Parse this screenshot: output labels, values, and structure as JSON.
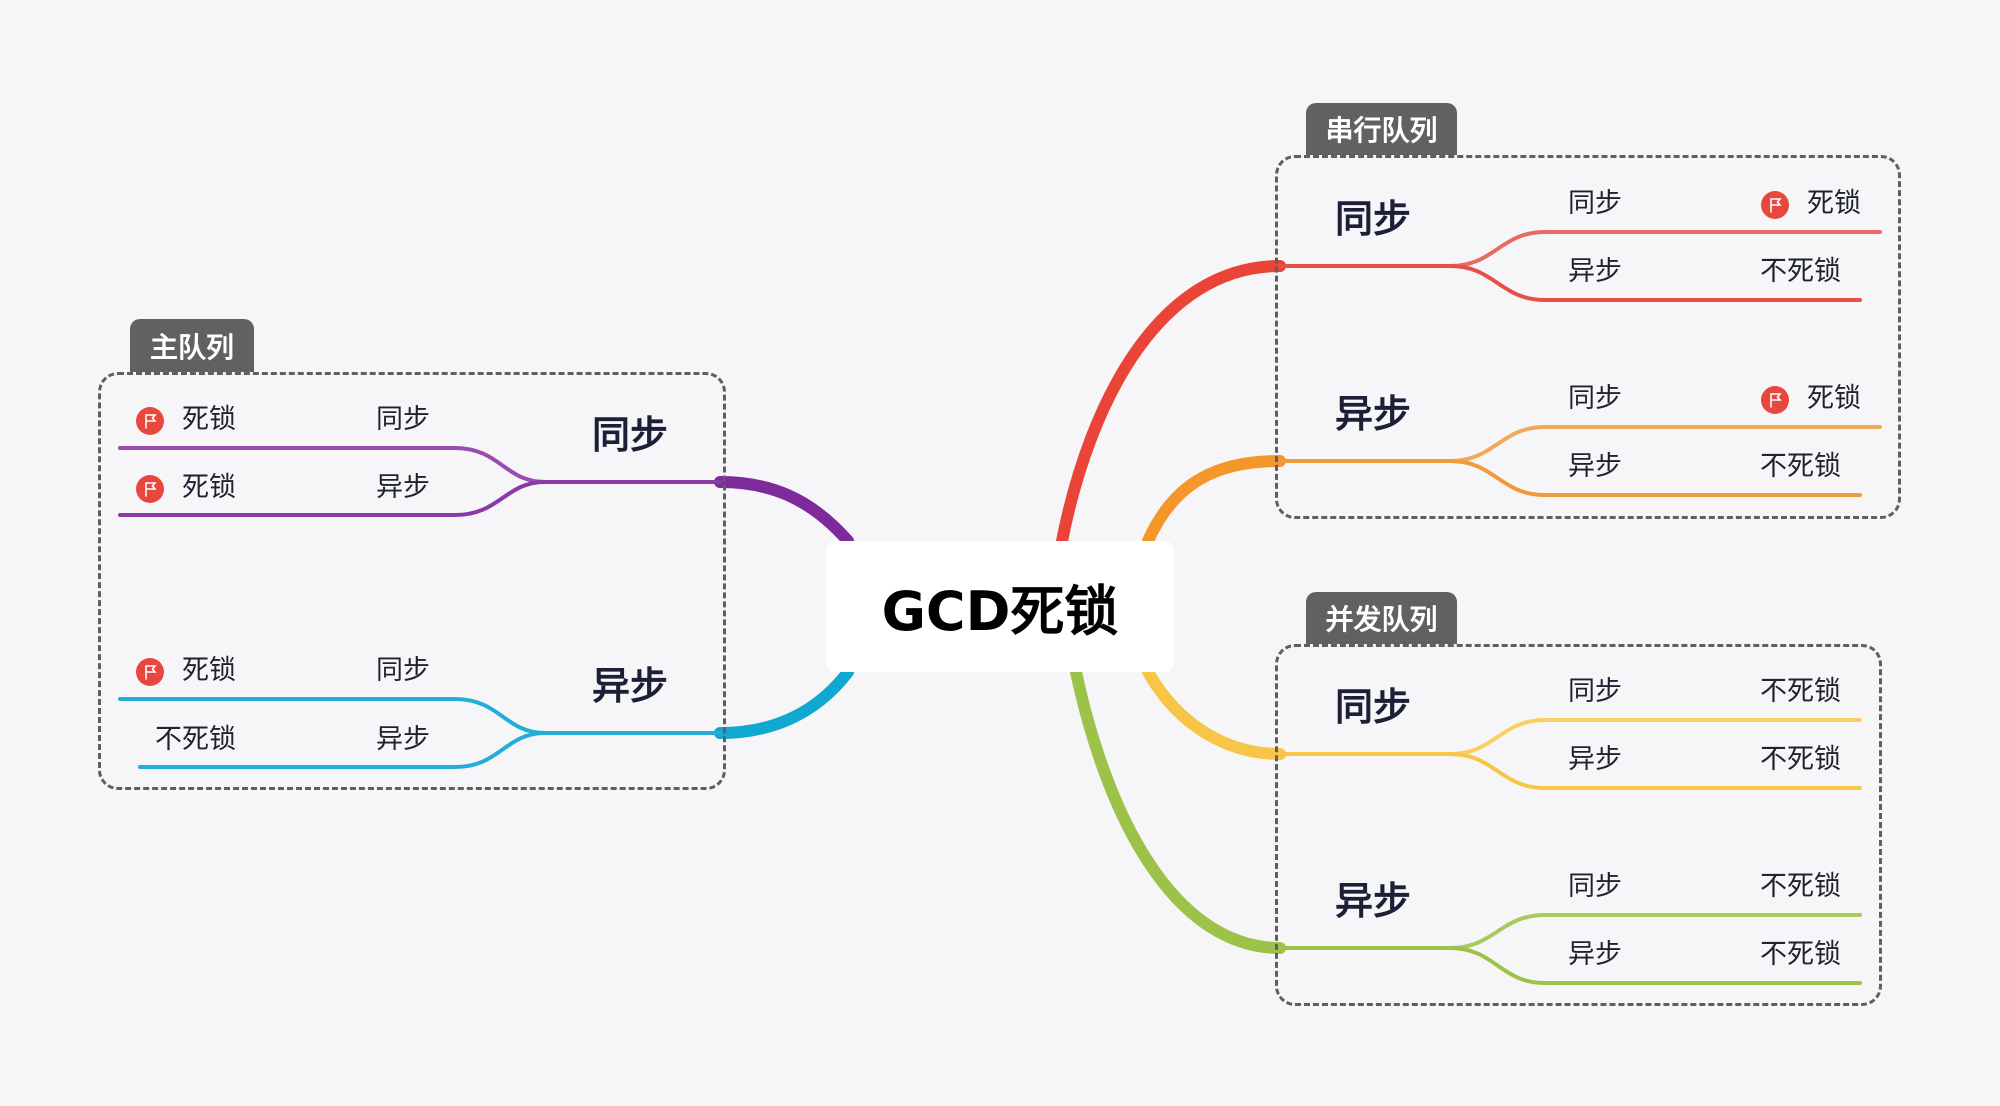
{
  "root": {
    "title": "GCD死锁"
  },
  "groups": {
    "main": {
      "label": "主队列"
    },
    "serial": {
      "label": "串行队列"
    },
    "concurrent": {
      "label": "并发队列"
    }
  },
  "colors": {
    "main_sync": "#7f2a9a",
    "main_async": "#0ea8d0",
    "serial_sync": "#e94437",
    "serial_async": "#f5962a",
    "concurrent_sync": "#f7c646",
    "concurrent_async": "#9dc24a"
  },
  "branches": {
    "main_sync": {
      "label": "同步",
      "children": [
        {
          "label": "同步",
          "result": "死锁",
          "flag": true
        },
        {
          "label": "异步",
          "result": "死锁",
          "flag": true
        }
      ]
    },
    "main_async": {
      "label": "异步",
      "children": [
        {
          "label": "同步",
          "result": "死锁",
          "flag": true
        },
        {
          "label": "异步",
          "result": "不死锁",
          "flag": false
        }
      ]
    },
    "serial_sync": {
      "label": "同步",
      "children": [
        {
          "label": "同步",
          "result": "死锁",
          "flag": true
        },
        {
          "label": "异步",
          "result": "不死锁",
          "flag": false
        }
      ]
    },
    "serial_async": {
      "label": "异步",
      "children": [
        {
          "label": "同步",
          "result": "死锁",
          "flag": true
        },
        {
          "label": "异步",
          "result": "不死锁",
          "flag": false
        }
      ]
    },
    "concurrent_sync": {
      "label": "同步",
      "children": [
        {
          "label": "同步",
          "result": "不死锁",
          "flag": false
        },
        {
          "label": "异步",
          "result": "不死锁",
          "flag": false
        }
      ]
    },
    "concurrent_async": {
      "label": "异步",
      "children": [
        {
          "label": "同步",
          "result": "不死锁",
          "flag": false
        },
        {
          "label": "异步",
          "result": "不死锁",
          "flag": false
        }
      ]
    }
  }
}
